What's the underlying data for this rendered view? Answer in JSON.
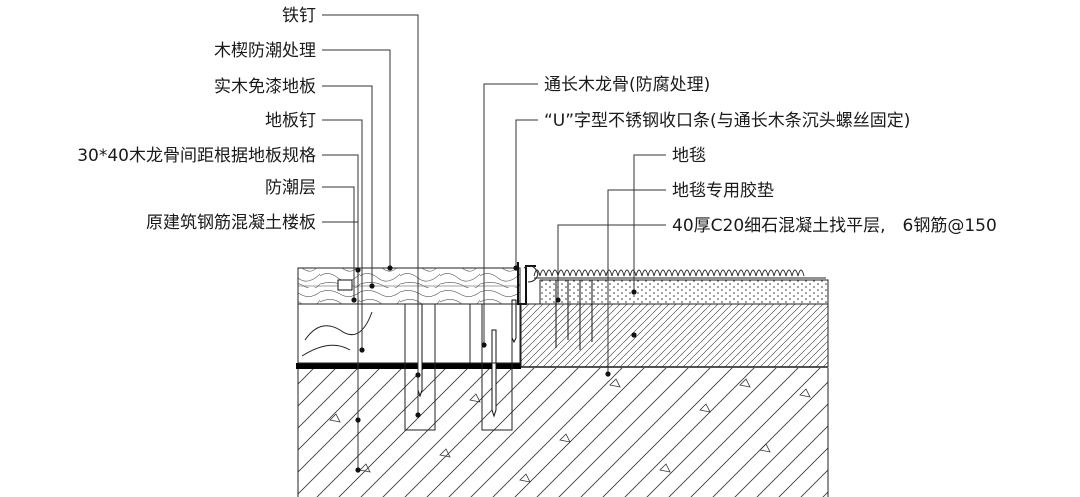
{
  "labels_left": [
    "铁钉",
    "木楔防潮处理",
    "实木免漆地板",
    "地板钉",
    "30*40木龙骨间距根据地板规格",
    "防潮层",
    "原建筑钢筋混凝土楼板"
  ],
  "labels_right": [
    "通长木龙骨(防腐处理)",
    "“U”字型不锈钢收口条(与通长木条沉头螺丝固定)",
    "地毯",
    "地毯专用胶垫",
    "40厚C20细石混凝土找平层,　6钢筋@150"
  ],
  "colors": {
    "line": "#222222",
    "text": "#1a1a1a",
    "membrane": "#000000"
  }
}
